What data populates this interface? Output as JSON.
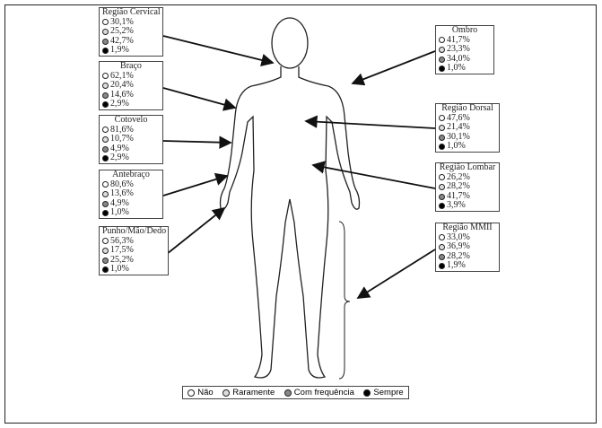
{
  "regions": [
    {
      "name": "Região Cervical",
      "values": [
        "30,1%",
        "25,2%",
        "42,7%",
        "1,9%"
      ]
    },
    {
      "name": "Braço",
      "values": [
        "62,1%",
        "20,4%",
        "14,6%",
        "2,9%"
      ]
    },
    {
      "name": "Cotovelo",
      "values": [
        "81,6%",
        "10,7%",
        "4,9%",
        "2,9%"
      ]
    },
    {
      "name": "Antebraço",
      "values": [
        "80,6%",
        "13,6%",
        "4,9%",
        "1,0%"
      ]
    },
    {
      "name": "Punho/Mão/Dedo",
      "values": [
        "56,3%",
        "17,5%",
        "25,2%",
        "1,0%"
      ]
    },
    {
      "name": "Ombro",
      "values": [
        "41,7%",
        "23,3%",
        "34,0%",
        "1,0%"
      ]
    },
    {
      "name": "Região Dorsal",
      "values": [
        "47,6%",
        "21,4%",
        "30,1%",
        "1,0%"
      ]
    },
    {
      "name": "Região Lombar",
      "values": [
        "26,2%",
        "28,2%",
        "41,7%",
        "3,9%"
      ]
    },
    {
      "name": "Região MMII",
      "values": [
        "33,0%",
        "36,9%",
        "28,2%",
        "1,9%"
      ]
    }
  ],
  "legend": [
    "Não",
    "Raramente",
    "Com frequência",
    "Sempre"
  ],
  "colors": {
    "nao": "#ffffff",
    "raramente": "#dddddd",
    "com_frequencia": "#888888",
    "sempre": "#000000"
  }
}
